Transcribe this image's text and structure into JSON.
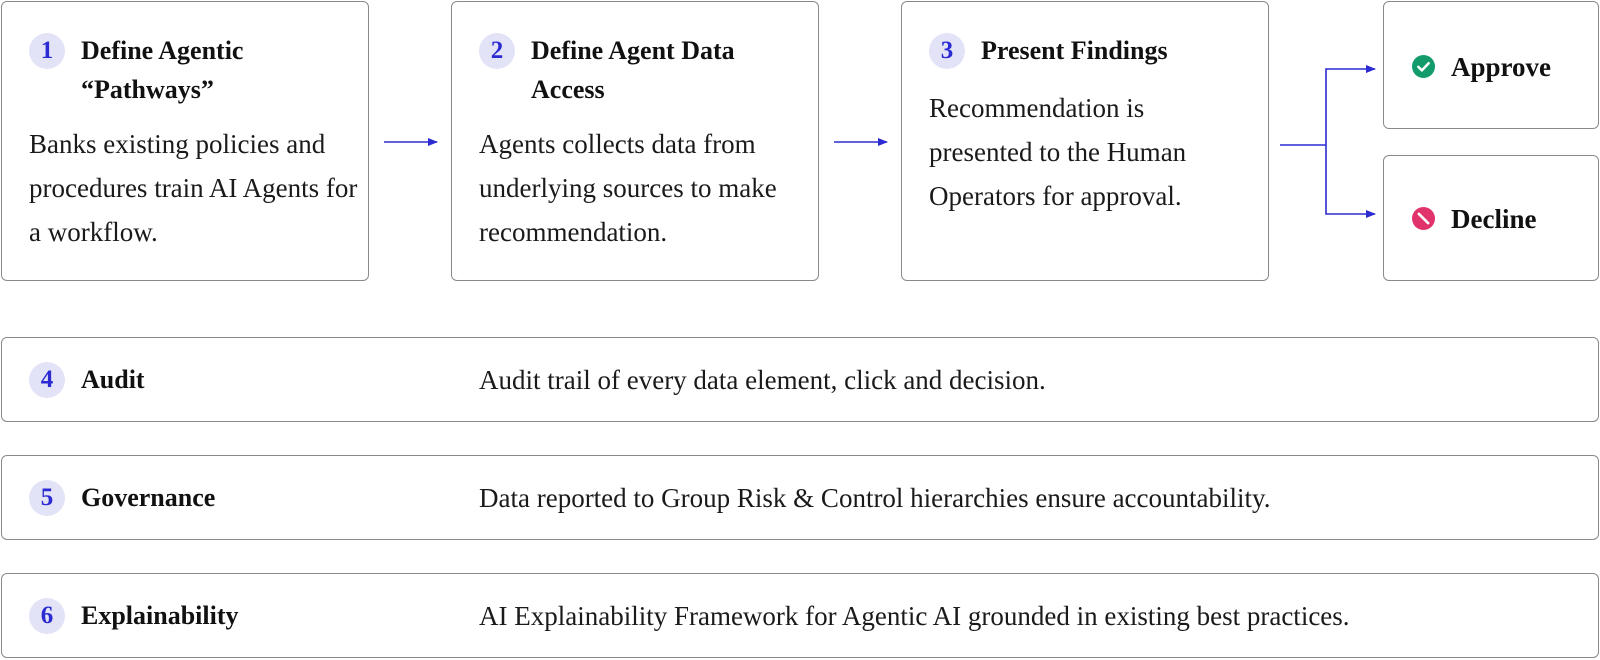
{
  "colors": {
    "accent": "#2b2bd1",
    "badge_bg": "#e3e3f8",
    "border": "#8a8a8a",
    "approve": "#139b6b",
    "decline": "#e0336c"
  },
  "steps": [
    {
      "number": "1",
      "title_line1": "Define Agentic",
      "title_line2": "“Pathways”",
      "description": "Banks existing policies and procedures train AI Agents for a workflow."
    },
    {
      "number": "2",
      "title_line1": "Define Agent Data",
      "title_line2": "Access",
      "description": "Agents collects data from underlying sources to make recommendation."
    },
    {
      "number": "3",
      "title_line1": "Present Findings",
      "description": "Recommendation is presented to the Human Operators for approval."
    }
  ],
  "outcomes": {
    "approve": {
      "label": "Approve",
      "icon": "check-circle-icon"
    },
    "decline": {
      "label": "Decline",
      "icon": "prohibited-icon"
    }
  },
  "rows": [
    {
      "number": "4",
      "title": "Audit",
      "description": "Audit trail of every data element, click and decision."
    },
    {
      "number": "5",
      "title": "Governance",
      "description": "Data reported to Group Risk & Control hierarchies ensure accountability."
    },
    {
      "number": "6",
      "title": "Explainability",
      "description": "AI Explainability Framework for Agentic AI grounded in existing best practices."
    }
  ]
}
